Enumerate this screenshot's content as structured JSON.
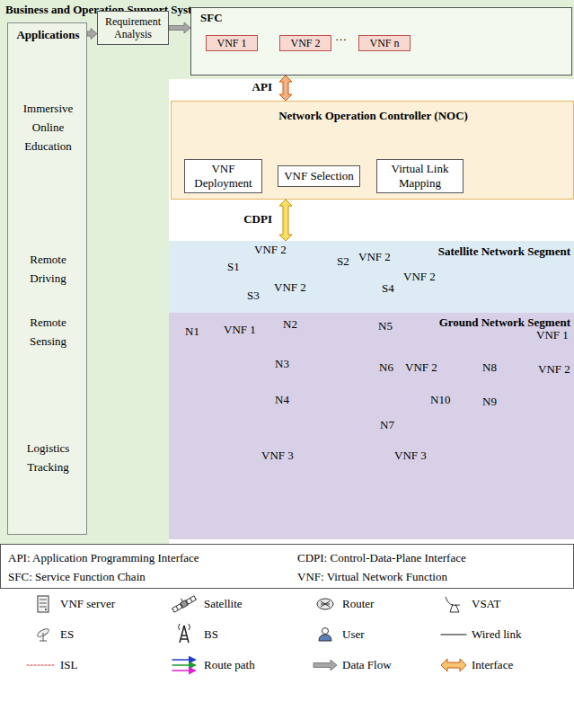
{
  "diagram": {
    "nodes": [
      {
        "text": [
          "Business and Operation Support System"
        ]
      },
      {
        "text": [
          "Applications",
          "Immersive Online Education",
          "Remote Driving",
          "Remote Sensing",
          "Logistics Tracking"
        ],
        "in": 0
      },
      {
        "text": [
          "Requirement Analysis"
        ],
        "in": 0
      },
      {
        "text": [
          "SFC"
        ],
        "in": 0
      },
      {
        "text": [
          "VNF 1"
        ],
        "in": 3
      },
      {
        "text": [
          "VNF 2"
        ],
        "in": 3
      },
      {
        "text": [
          "VNF n"
        ],
        "in": 3
      },
      {
        "text": [
          "Network Operation Controller (NOC)"
        ]
      },
      {
        "text": [
          "VNF Deployment"
        ],
        "in": 7
      },
      {
        "text": [
          "VNF Selection"
        ],
        "in": 7
      },
      {
        "text": [
          "Virtual Link Mapping"
        ],
        "in": 7
      },
      {
        "text": [
          "Satellite Network Segment"
        ]
      },
      {
        "text": [
          "Ground Network Segment"
        ]
      },
      {
        "text": [
          "API: Application Programming Interface",
          "CDPI: Control-Data-Plane Interface",
          "SFC: Service Function Chain",
          "VNF: Virtual Network Function"
        ]
      }
    ],
    "edges": [
      {
        "from": 1,
        "to": 2,
        "arrow": "to"
      },
      {
        "from": 2,
        "to": 3,
        "arrow": "to"
      },
      {
        "from": 4,
        "to": 5,
        "arrow": "none"
      },
      {
        "from": 3,
        "to": 7,
        "label": "API",
        "arrow": "both"
      },
      {
        "from": 7,
        "to": 11,
        "label": "CDPI",
        "arrow": "both"
      }
    ],
    "labels": [
      "···",
      "S1",
      "VNF 2",
      "S2",
      "VNF 2",
      "S3",
      "VNF 2",
      "S4",
      "VNF 2",
      "N1",
      "VNF 1",
      "N2",
      "N3",
      "N4",
      "VNF 3",
      "N5",
      "N6",
      "VNF 2",
      "N7",
      "N10",
      "N8",
      "VNF 1",
      "N9",
      "VNF 2",
      "VNF 3"
    ],
    "legend": [
      {
        "text": "VNF server"
      },
      {
        "text": "Satellite"
      },
      {
        "text": "Router"
      },
      {
        "text": "VSAT"
      },
      {
        "text": "ES"
      },
      {
        "text": "BS"
      },
      {
        "text": "User"
      },
      {
        "text": "Wired link"
      },
      {
        "text": "ISL"
      },
      {
        "text": "Route path"
      },
      {
        "text": "Data Flow"
      },
      {
        "text": "Interface"
      }
    ]
  }
}
